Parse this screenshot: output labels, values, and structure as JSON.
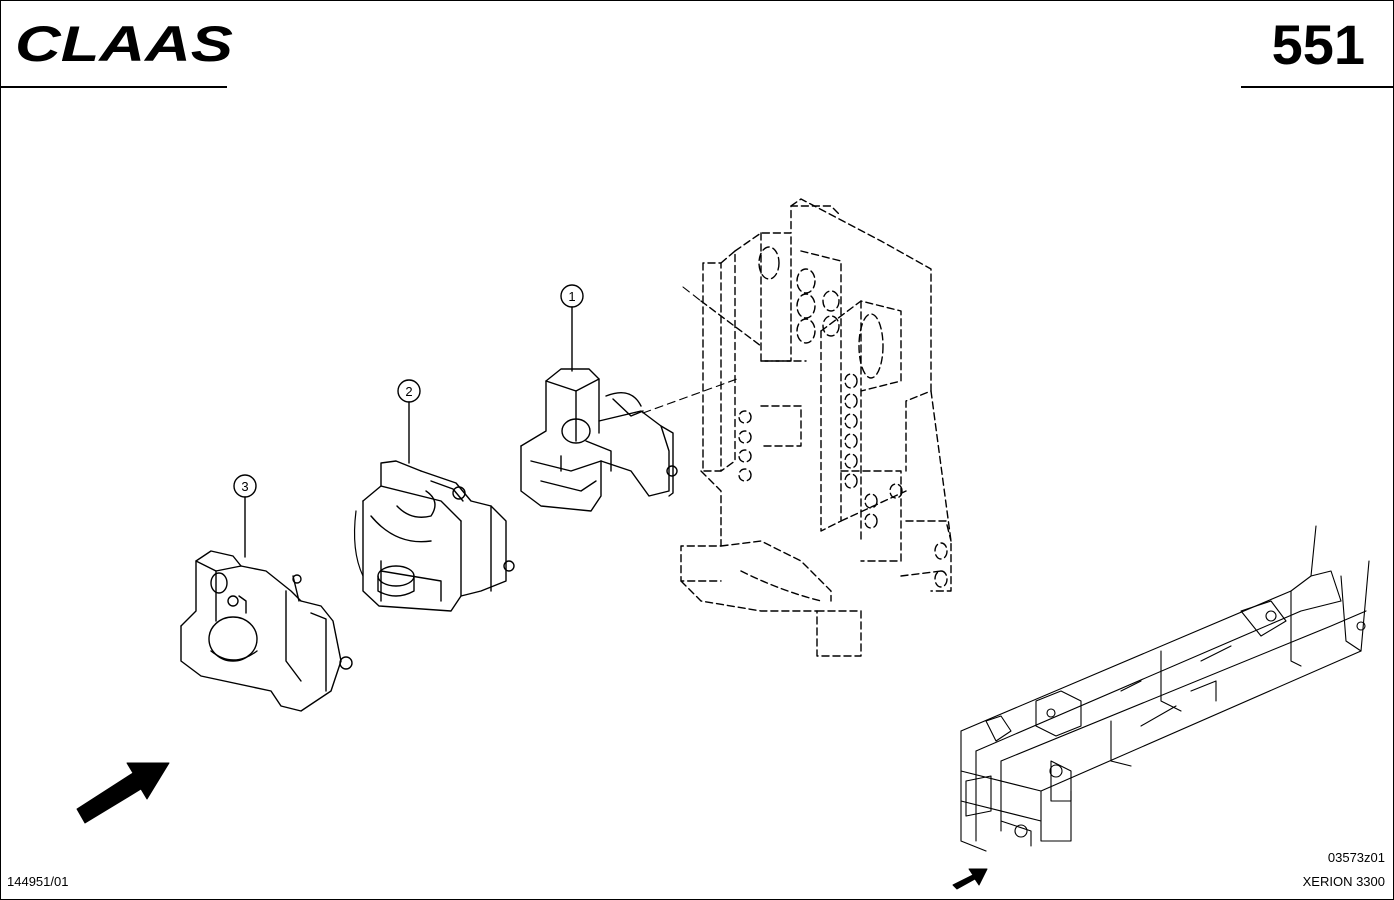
{
  "header": {
    "brand": "CLAAS",
    "page_number": "551"
  },
  "callouts": [
    {
      "number": "1",
      "part": "coupling-assembly-1"
    },
    {
      "number": "2",
      "part": "coupling-assembly-2"
    },
    {
      "number": "3",
      "part": "coupling-assembly-3"
    }
  ],
  "footer": {
    "document_number": "144951/01",
    "drawing_code": "03573z01",
    "model": "XERION 3300"
  },
  "icons": {
    "direction_arrow": "arrow-icon",
    "locator_arrow": "arrow-icon"
  },
  "colors": {
    "ink": "#000000",
    "paper": "#ffffff"
  }
}
